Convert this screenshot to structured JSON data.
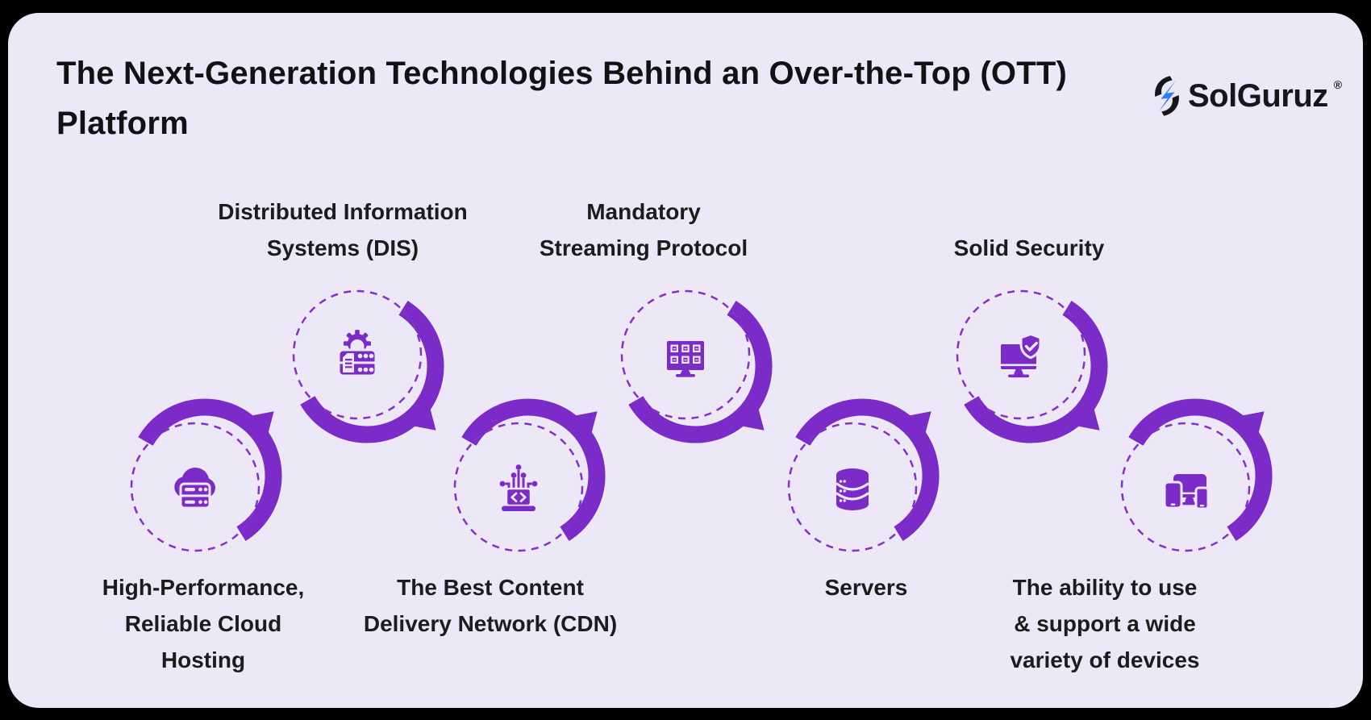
{
  "title": "The Next-Generation Technologies Behind an Over-the-Top (OTT) Platform",
  "brand": {
    "name": "SolGuruz",
    "registered": "®"
  },
  "colors": {
    "page_bg": "#000000",
    "card_bg": "#EDE8F8",
    "accent_purple": "#7A2BC8",
    "dashed_circle": "#8232C9",
    "text_dark": "#1c1c1f",
    "logo_blue": "#2F7DF6",
    "logo_black": "#15171c"
  },
  "items": [
    {
      "id": "cloud-hosting",
      "position": "bottom",
      "icon": "cloud-server-icon",
      "label": "High-Performance,\nReliable Cloud\nHosting"
    },
    {
      "id": "dis",
      "position": "top",
      "icon": "gear-server-icon",
      "label": "Distributed Information\nSystems (DIS)"
    },
    {
      "id": "cdn",
      "position": "bottom",
      "icon": "laptop-code-icon",
      "label": "The Best Content\nDelivery Network (CDN)"
    },
    {
      "id": "streaming-protocol",
      "position": "top",
      "icon": "screen-grid-icon",
      "label": "Mandatory\nStreaming Protocol"
    },
    {
      "id": "servers",
      "position": "bottom",
      "icon": "database-icon",
      "label": "Servers"
    },
    {
      "id": "security",
      "position": "top",
      "icon": "secure-monitor-icon",
      "label": "Solid Security"
    },
    {
      "id": "devices",
      "position": "bottom",
      "icon": "multi-device-icon",
      "label": "The ability to use\n& support a wide\nvariety of devices"
    }
  ]
}
